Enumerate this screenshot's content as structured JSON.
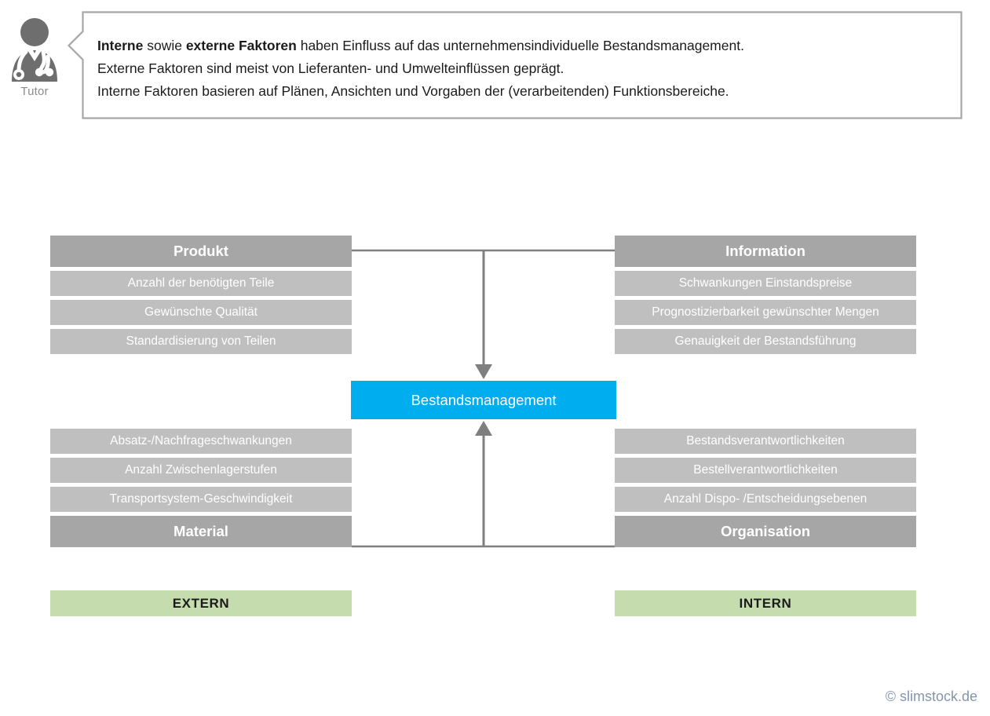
{
  "tutor": {
    "label": "Tutor",
    "icon": "tutor-doctor-avatar-icon"
  },
  "callout": {
    "line1_bold_a": "Interne",
    "line1_mid": " sowie ",
    "line1_bold_b": "externe Faktoren",
    "line1_rest": " haben Einfluss auf das unternehmensindividuelle Bestandsmanagement.",
    "line2": "Externe Faktoren sind meist von Lieferanten- und Umwelteinflüssen geprägt.",
    "line3": "Interne Faktoren basieren auf Plänen, Ansichten und Vorgaben der (verarbeitenden) Funktionsbereiche."
  },
  "diagram": {
    "center": {
      "label": "Bestandsmanagement",
      "color": "#00adee"
    },
    "quadrants": {
      "top_left": {
        "header": "Produkt",
        "items": [
          "Anzahl der benötigten Teile",
          "Gewünschte Qualität",
          "Standardisierung von Teilen"
        ]
      },
      "top_right": {
        "header": "Information",
        "items": [
          "Schwankungen Einstandspreise",
          "Prognostizierbarkeit gewünschter Mengen",
          "Genauigkeit der Bestandsführung"
        ]
      },
      "bottom_left": {
        "header": "Material",
        "items": [
          "Absatz-/Nachfrageschwankungen",
          "Anzahl Zwischenlagerstufen",
          "Transportsystem-Geschwindigkeit"
        ]
      },
      "bottom_right": {
        "header": "Organisation",
        "items": [
          "Bestandsverantwortlichkeiten",
          "Bestellverantwortlichkeiten",
          "Anzahl Dispo- /Entscheidungsebenen"
        ]
      }
    },
    "legend": {
      "left": "EXTERN",
      "right": "INTERN",
      "color": "#c5ddae"
    },
    "colors": {
      "header_gray": "#a6a6a6",
      "item_gray": "#bfbfbf",
      "connector_gray": "#7f7f7f"
    }
  },
  "footer": {
    "copyright": "© slimstock.de"
  }
}
